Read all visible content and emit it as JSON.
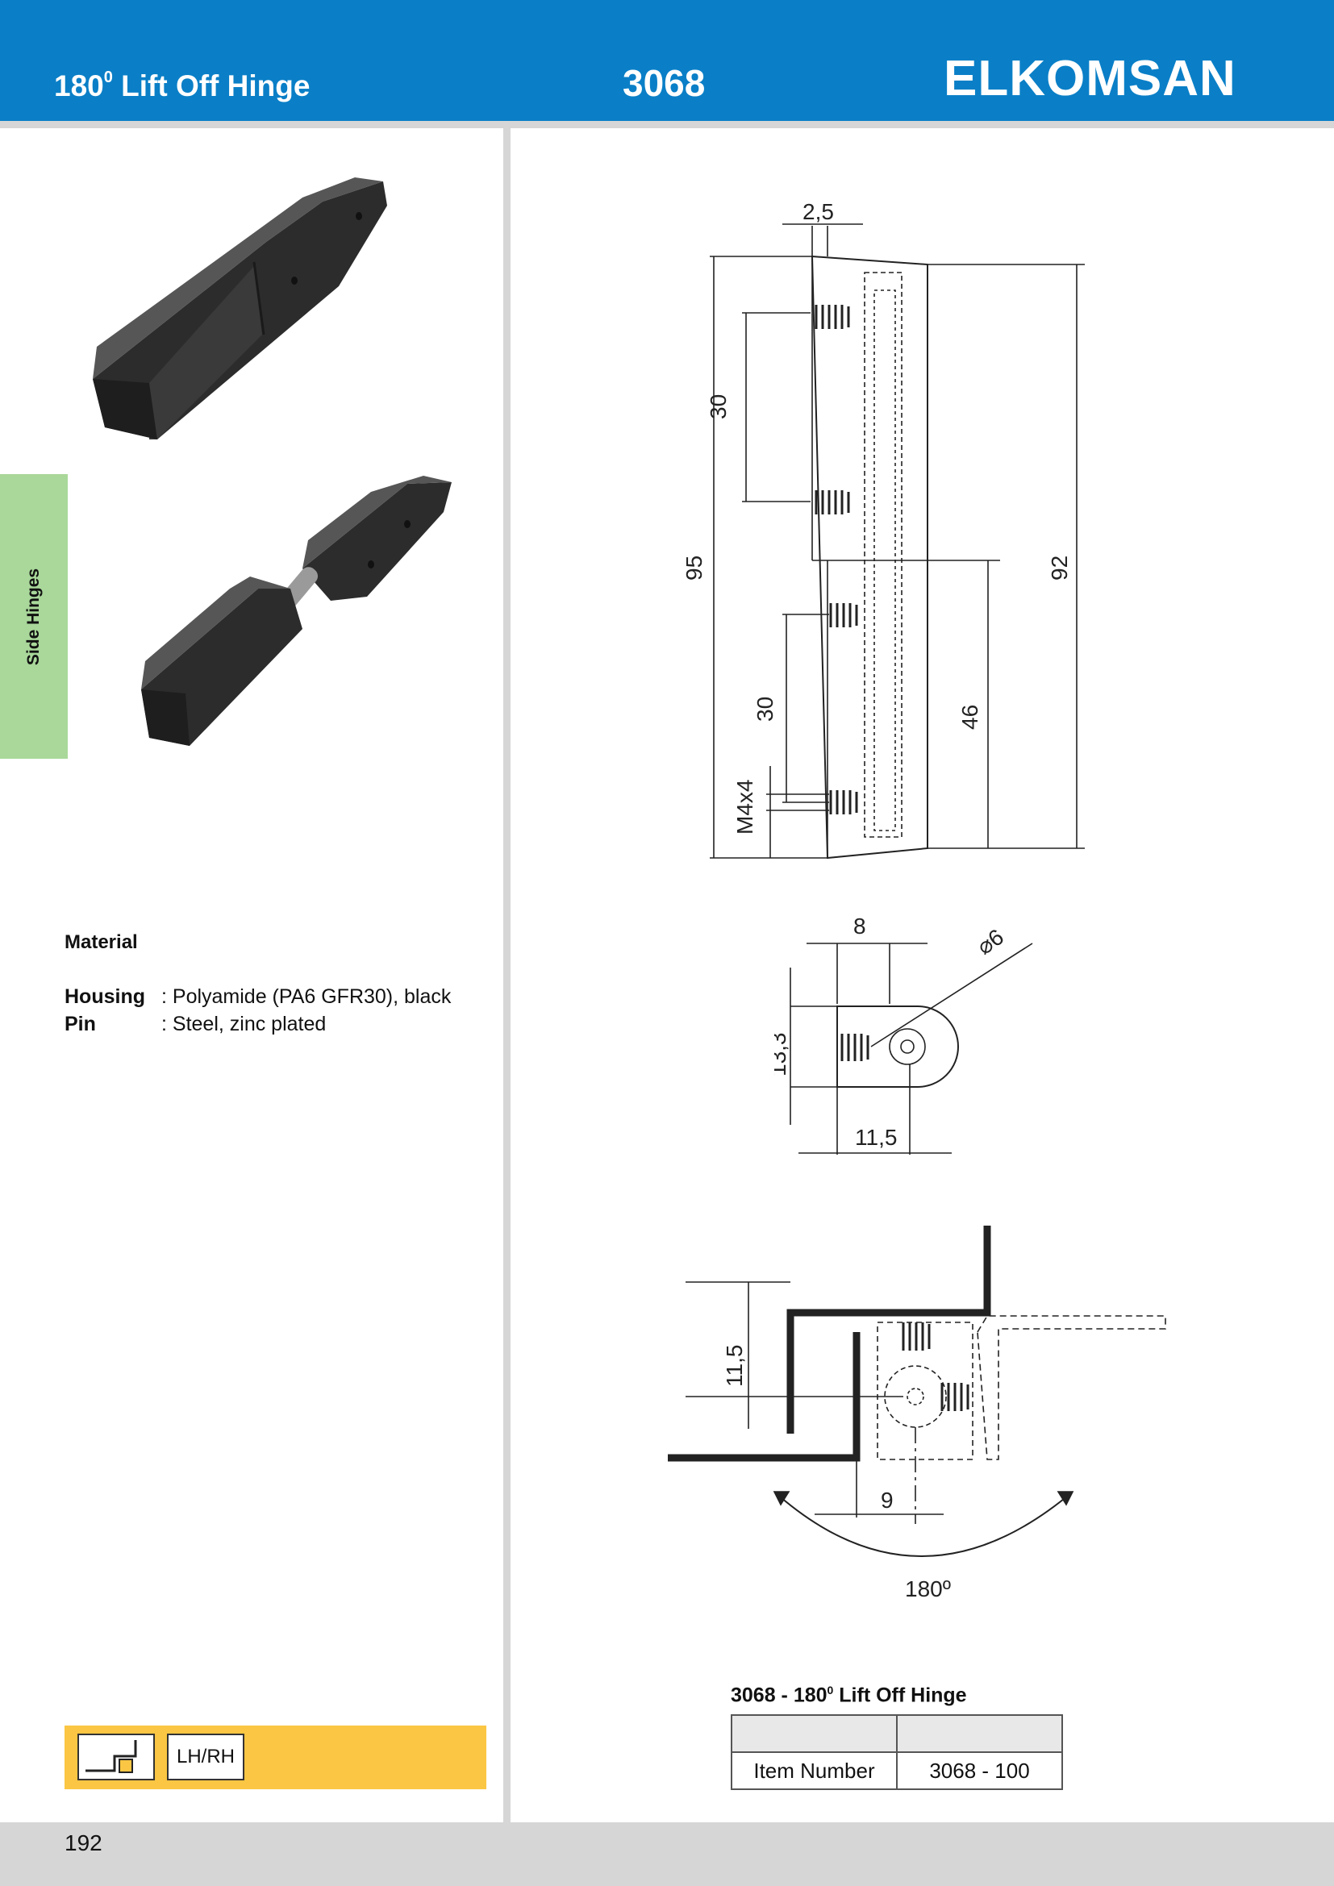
{
  "header": {
    "title": "180",
    "title_sup": "0",
    "title_rest": " Lift Off Hinge",
    "product_code": "3068",
    "brand": "ELKOMSAN"
  },
  "side_tab": {
    "label": "Side Hinges"
  },
  "material": {
    "heading": "Material",
    "rows": [
      {
        "label": "Housing",
        "value": ": Polyamide (PA6 GFR30), black"
      },
      {
        "label": "Pin",
        "value": ": Steel, zinc plated"
      }
    ]
  },
  "orientation": {
    "label": "LH/RH"
  },
  "drawing": {
    "front": {
      "d_top": "2,5",
      "d_spacing_upper": "30",
      "d_total_left": "95",
      "d_total_right": "92",
      "d_spacing_lower": "30",
      "d_thread": "M4x4",
      "d_lower_half": "46"
    },
    "top": {
      "d_width": "8",
      "d_diameter": "⌀6",
      "d_height": "13,3",
      "d_depth": "11,5"
    },
    "install": {
      "d_offset": "11,5",
      "d_axis": "9",
      "d_angle": "180º"
    }
  },
  "table": {
    "caption_pre": "3068 - 180",
    "caption_sup": "0",
    "caption_post": " Lift Off Hinge",
    "rows": [
      {
        "label": "Item Number",
        "value": "3068 - 100"
      }
    ]
  },
  "footer": {
    "page_number": "192"
  },
  "colors": {
    "header_blue": "#0a7fc7",
    "tab_green": "#a9d89a",
    "orient_yellow": "#fbc643",
    "rule_gray": "#d6d6d6"
  }
}
